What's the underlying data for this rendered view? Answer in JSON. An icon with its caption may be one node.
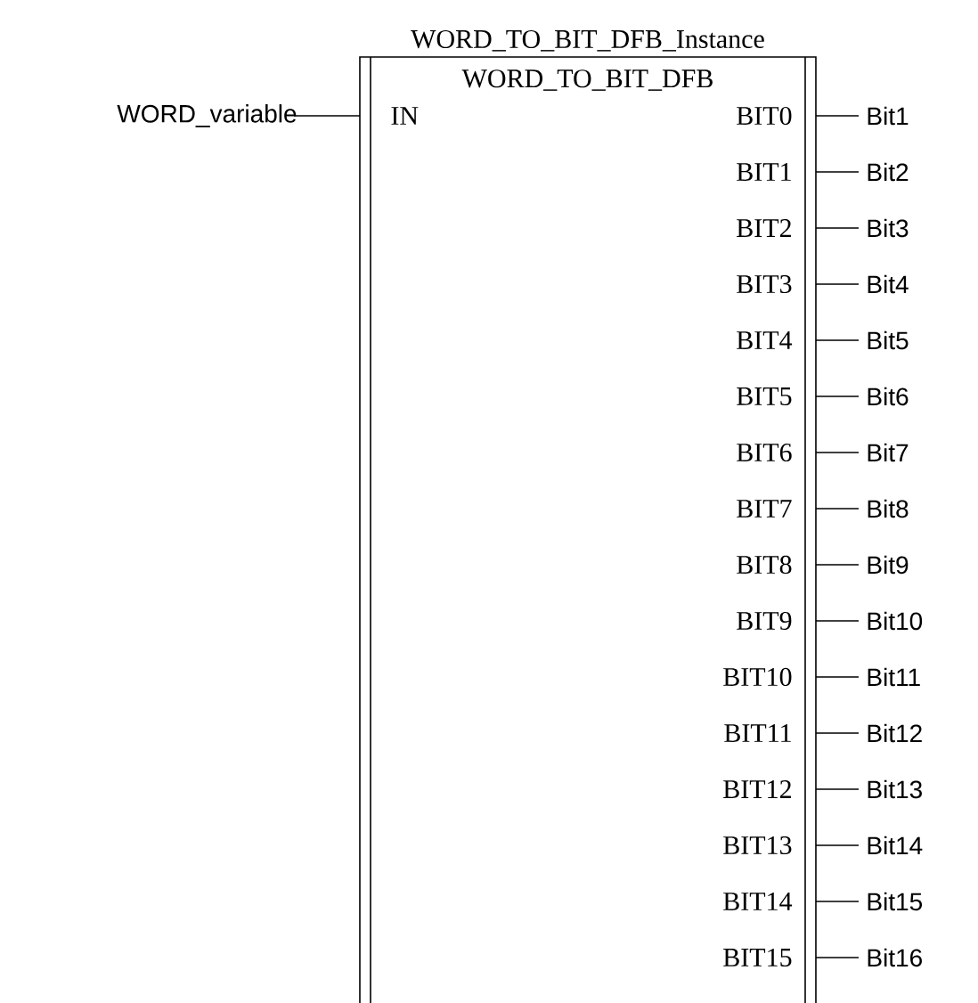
{
  "diagram": {
    "nodes": [
      {
        "text": [
          "WORD_TO_BIT_DFB_Instance",
          "WORD_TO_BIT_DFB"
        ]
      },
      {
        "text": [
          "IN"
        ],
        "in": 0
      },
      {
        "text": [
          "BIT0"
        ],
        "in": 0
      },
      {
        "text": [
          "BIT1"
        ],
        "in": 0
      },
      {
        "text": [
          "BIT2"
        ],
        "in": 0
      },
      {
        "text": [
          "BIT3"
        ],
        "in": 0
      },
      {
        "text": [
          "BIT4"
        ],
        "in": 0
      },
      {
        "text": [
          "BIT5"
        ],
        "in": 0
      },
      {
        "text": [
          "BIT6"
        ],
        "in": 0
      },
      {
        "text": [
          "BIT7"
        ],
        "in": 0
      },
      {
        "text": [
          "BIT8"
        ],
        "in": 0
      },
      {
        "text": [
          "BIT9"
        ],
        "in": 0
      },
      {
        "text": [
          "BIT10"
        ],
        "in": 0
      },
      {
        "text": [
          "BIT11"
        ],
        "in": 0
      },
      {
        "text": [
          "BIT12"
        ],
        "in": 0
      },
      {
        "text": [
          "BIT13"
        ],
        "in": 0
      },
      {
        "text": [
          "BIT14"
        ],
        "in": 0
      },
      {
        "text": [
          "BIT15"
        ],
        "in": 0
      },
      {
        "text": [
          "WORD_variable"
        ]
      },
      {
        "text": [
          "Bit1"
        ]
      },
      {
        "text": [
          "Bit2"
        ]
      },
      {
        "text": [
          "Bit3"
        ]
      },
      {
        "text": [
          "Bit4"
        ]
      },
      {
        "text": [
          "Bit5"
        ]
      },
      {
        "text": [
          "Bit6"
        ]
      },
      {
        "text": [
          "Bit7"
        ]
      },
      {
        "text": [
          "Bit8"
        ]
      },
      {
        "text": [
          "Bit9"
        ]
      },
      {
        "text": [
          "Bit10"
        ]
      },
      {
        "text": [
          "Bit11"
        ]
      },
      {
        "text": [
          "Bit12"
        ]
      },
      {
        "text": [
          "Bit13"
        ]
      },
      {
        "text": [
          "Bit14"
        ]
      },
      {
        "text": [
          "Bit15"
        ]
      },
      {
        "text": [
          "Bit16"
        ]
      }
    ],
    "edges": [
      {
        "from": 18,
        "to": 1,
        "arrow": "none"
      },
      {
        "from": 2,
        "to": 19,
        "arrow": "none"
      },
      {
        "from": 3,
        "to": 20,
        "arrow": "none"
      },
      {
        "from": 4,
        "to": 21,
        "arrow": "none"
      },
      {
        "from": 5,
        "to": 22,
        "arrow": "none"
      },
      {
        "from": 6,
        "to": 23,
        "arrow": "none"
      },
      {
        "from": 7,
        "to": 24,
        "arrow": "none"
      },
      {
        "from": 8,
        "to": 25,
        "arrow": "none"
      },
      {
        "from": 9,
        "to": 26,
        "arrow": "none"
      },
      {
        "from": 10,
        "to": 27,
        "arrow": "none"
      },
      {
        "from": 11,
        "to": 28,
        "arrow": "none"
      },
      {
        "from": 12,
        "to": 29,
        "arrow": "none"
      },
      {
        "from": 13,
        "to": 30,
        "arrow": "none"
      },
      {
        "from": 14,
        "to": 31,
        "arrow": "none"
      },
      {
        "from": 15,
        "to": 32,
        "arrow": "none"
      },
      {
        "from": 16,
        "to": 33,
        "arrow": "none"
      },
      {
        "from": 17,
        "to": 34,
        "arrow": "none"
      }
    ]
  }
}
